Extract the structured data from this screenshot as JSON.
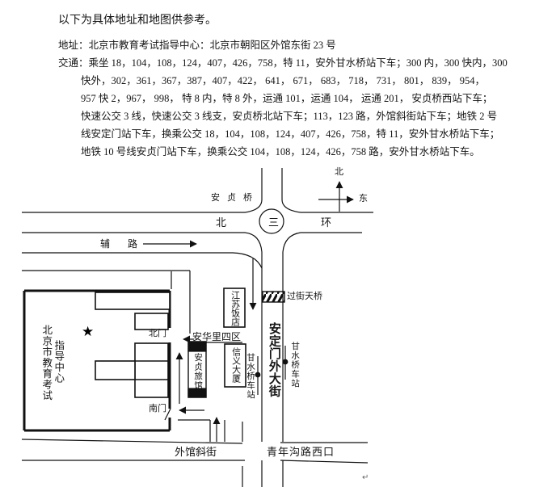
{
  "colors": {
    "ink": "#111111",
    "paper": "#ffffff"
  },
  "doc": {
    "title": "以下为具体地址和地图供参考。",
    "address": "地址：北京市教育考试指导中心：北京市朝阳区外馆东街 23 号",
    "transit": [
      "交通：乘坐 18，104，108，124，407，426，758，特 11，安外甘水桥站下车；300 内，300 快内，300",
      "快外，302，361，367，387，407，422， 641， 671， 683， 718， 731， 801， 839， 954，",
      "957 快 2，967， 998， 特 8 内，特 8 外，运通 101，运通 104， 运通 201， 安贞桥西站下车；",
      "快速公交 3 线，快速公交 3 线支，安贞桥北站下车；113，123 路，外馆斜街站下车；地铁 2 号",
      "线安定门站下车，换乘公交 18，104，108，124，407，426，758，特 11，安外甘水桥站下车；",
      "地铁 10 号线安贞门站下车，换乘公交 104，108，124，426，758 路，安外甘水桥站下车。"
    ]
  },
  "map": {
    "labels": {
      "anzhen_bridge": "安贞桥",
      "compass_north": "北",
      "compass_east": "东",
      "north_third_ring": "北三环",
      "service_road": "辅路",
      "overpass": "过街天桥",
      "jiangsu_hotel": "江苏饭店",
      "anhuali_block": "安华里四区",
      "exam_center_line1": "北京市教育考试",
      "exam_center_line2": "指导中心",
      "north_gate": "北门",
      "south_gate": "南门",
      "anzhen_hotel": "安贞旅馆",
      "xinyi_building": "信义大厦",
      "andingmenwai_avenue": "安定门外大街",
      "bus_stop_west": "甘水桥车站",
      "bus_stop_east": "甘水桥车站",
      "waiguan_xiejie": "外馆斜街",
      "qingniangou_xikou": "青年沟路西口"
    },
    "star_marker": "★",
    "return_mark": "↵"
  }
}
